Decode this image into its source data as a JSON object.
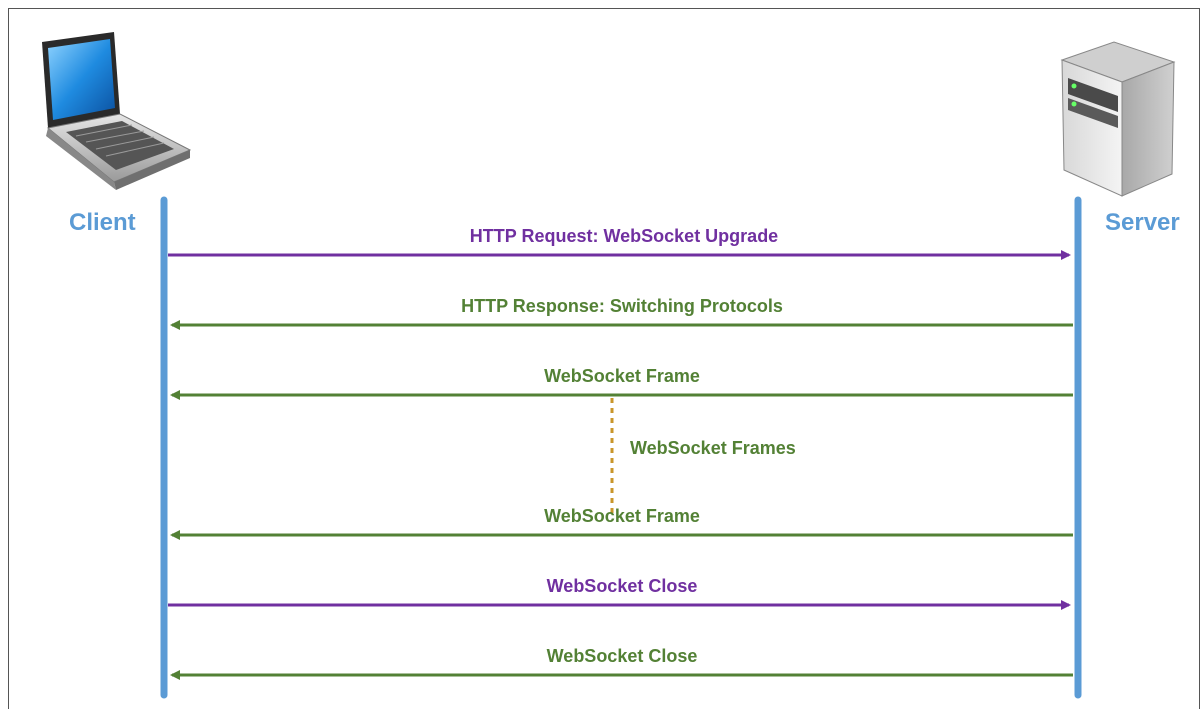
{
  "client": {
    "label": "Client",
    "icon": "laptop-icon"
  },
  "server": {
    "label": "Server",
    "icon": "server-icon"
  },
  "colors": {
    "lifeline": "#5b9bd5",
    "request": "#7030a0",
    "response": "#538135",
    "dotted": "#c9962b"
  },
  "messages": [
    {
      "label": "HTTP Request: WebSocket Upgrade",
      "direction": "client-to-server",
      "color": "#7030a0"
    },
    {
      "label": "HTTP Response: Switching Protocols",
      "direction": "server-to-client",
      "color": "#538135"
    },
    {
      "label": "WebSocket Frame",
      "direction": "server-to-client",
      "color": "#538135"
    },
    {
      "label": "WebSocket Frame",
      "direction": "server-to-client",
      "color": "#538135"
    },
    {
      "label": "WebSocket Close",
      "direction": "client-to-server",
      "color": "#7030a0"
    },
    {
      "label": "WebSocket Close",
      "direction": "server-to-client",
      "color": "#538135"
    }
  ],
  "frames_note": {
    "label": "WebSocket Frames",
    "color": "#538135"
  }
}
